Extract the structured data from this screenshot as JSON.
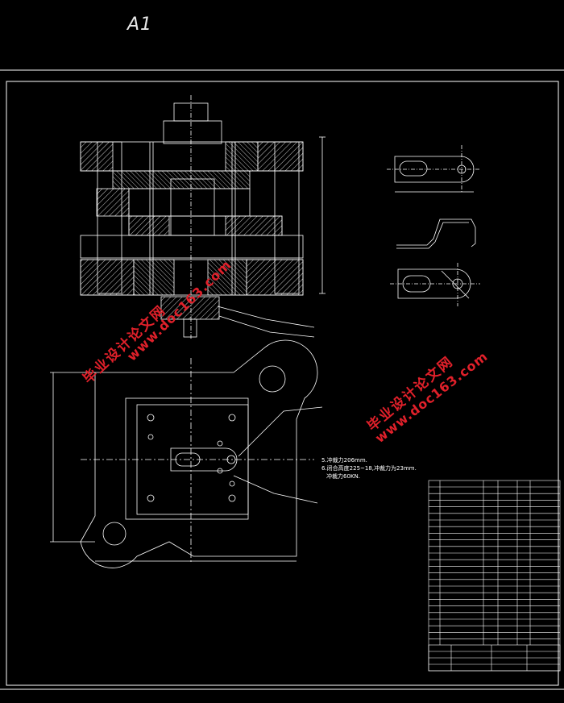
{
  "sheet": {
    "size_label": "A1"
  },
  "watermarks": [
    {
      "cn": "毕业设计论文网",
      "url": "www.doc163.com"
    },
    {
      "cn": "毕业设计论文网",
      "url": "www.doc163.com"
    }
  ],
  "tech_notes": {
    "items": [
      "5.冲裁力206mm.",
      "6.闭合高度225~18,冲裁力为23mm.",
      "冲裁力60KN."
    ]
  },
  "colors": {
    "background": "#000000",
    "lines": "#ffffff",
    "watermark": "#e0202a"
  }
}
